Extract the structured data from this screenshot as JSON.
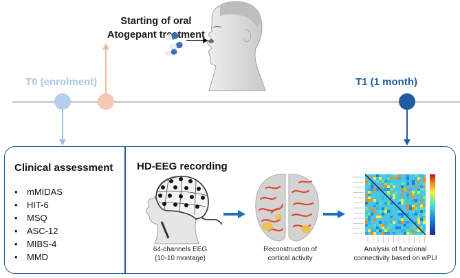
{
  "timeline": {
    "t0_label": "T0 (enrolment)",
    "t1_label": "T1 (1 month)",
    "start_line1": "Starting of oral",
    "start_line2": "Atogepant treatment"
  },
  "clinical": {
    "title": "Clinical assessment",
    "items": [
      "mMIDAS",
      "HIT-6",
      "MSQ",
      "ASC-12",
      "MIBS-4",
      "MMD"
    ]
  },
  "eeg": {
    "title": "HD-EEG recording",
    "cap_eeg_line1": "64-channels EEG",
    "cap_eeg_line2": "(10-10 montage)",
    "cap_recon_line1": "Reconstruction of",
    "cap_recon_line2": "cortical activity",
    "cap_analysis_line1": "Analysis of funcional",
    "cap_analysis_line2": "connectivity based on wPLI"
  },
  "colors": {
    "t0": "#b4d0ec",
    "start": "#f4c8b2",
    "t1": "#1f5b9e",
    "timeline": "#cfcfcf"
  },
  "icons": [
    "pills-icon",
    "head-profile-icon",
    "eeg-head-icon",
    "brain-icon",
    "connectivity-matrix-icon"
  ]
}
